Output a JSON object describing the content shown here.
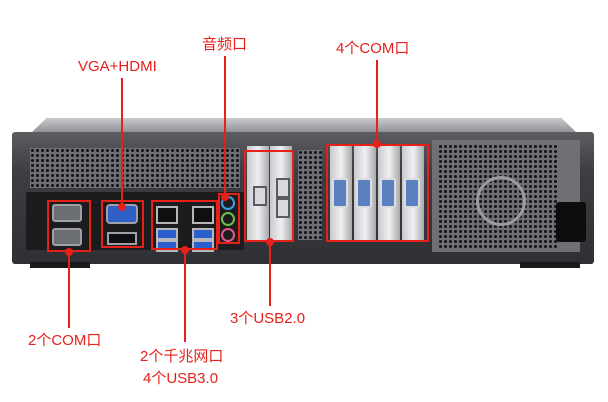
{
  "labels": {
    "audio": "音频口",
    "vga_hdmi": "VGA+HDMI",
    "com_4": "4个COM口",
    "com_2": "2个COM口",
    "usb2": "3个USB2.0",
    "lan": "2个千兆网口",
    "usb3": "4个USB3.0"
  },
  "colors": {
    "accent": "#e8201a"
  }
}
